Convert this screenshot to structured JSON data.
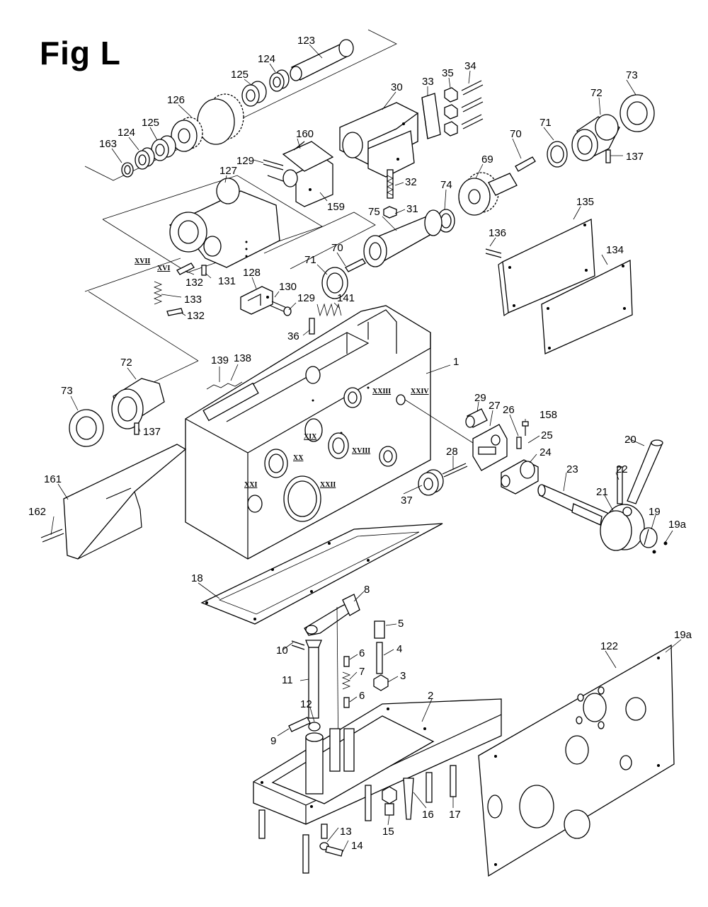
{
  "figure": {
    "title": "Fig L"
  },
  "labels": [
    {
      "id": "p123",
      "text": "123"
    },
    {
      "id": "p124a",
      "text": "124"
    },
    {
      "id": "p125a",
      "text": "125"
    },
    {
      "id": "p126",
      "text": "126"
    },
    {
      "id": "p125b",
      "text": "125"
    },
    {
      "id": "p124b",
      "text": "124"
    },
    {
      "id": "p163",
      "text": "163"
    },
    {
      "id": "p30",
      "text": "30"
    },
    {
      "id": "p33",
      "text": "33"
    },
    {
      "id": "p35",
      "text": "35"
    },
    {
      "id": "p34",
      "text": "34"
    },
    {
      "id": "p73a",
      "text": "73"
    },
    {
      "id": "p72a",
      "text": "72"
    },
    {
      "id": "p137a",
      "text": "137"
    },
    {
      "id": "p71a",
      "text": "71"
    },
    {
      "id": "p70a",
      "text": "70"
    },
    {
      "id": "p69",
      "text": "69"
    },
    {
      "id": "p160",
      "text": "160"
    },
    {
      "id": "p129a",
      "text": "129"
    },
    {
      "id": "p159",
      "text": "159"
    },
    {
      "id": "p32",
      "text": "32"
    },
    {
      "id": "p31",
      "text": "31"
    },
    {
      "id": "p74",
      "text": "74"
    },
    {
      "id": "p75",
      "text": "75"
    },
    {
      "id": "p127",
      "text": "127"
    },
    {
      "id": "p135",
      "text": "135"
    },
    {
      "id": "p136",
      "text": "136"
    },
    {
      "id": "p134",
      "text": "134"
    },
    {
      "id": "p70b",
      "text": "70"
    },
    {
      "id": "p71b",
      "text": "71"
    },
    {
      "id": "p132a",
      "text": "132"
    },
    {
      "id": "p131",
      "text": "131"
    },
    {
      "id": "p133",
      "text": "133"
    },
    {
      "id": "p132b",
      "text": "132"
    },
    {
      "id": "p128",
      "text": "128"
    },
    {
      "id": "p130",
      "text": "130"
    },
    {
      "id": "p129b",
      "text": "129"
    },
    {
      "id": "p141",
      "text": "141"
    },
    {
      "id": "p36",
      "text": "36"
    },
    {
      "id": "p1",
      "text": "1"
    },
    {
      "id": "p139",
      "text": "139"
    },
    {
      "id": "p138",
      "text": "138"
    },
    {
      "id": "p72b",
      "text": "72"
    },
    {
      "id": "p73b",
      "text": "73"
    },
    {
      "id": "p137b",
      "text": "137"
    },
    {
      "id": "p29",
      "text": "29"
    },
    {
      "id": "p27",
      "text": "27"
    },
    {
      "id": "p26",
      "text": "26"
    },
    {
      "id": "p158",
      "text": "158"
    },
    {
      "id": "p25",
      "text": "25"
    },
    {
      "id": "p20",
      "text": "20"
    },
    {
      "id": "p24",
      "text": "24"
    },
    {
      "id": "p28",
      "text": "28"
    },
    {
      "id": "p23",
      "text": "23"
    },
    {
      "id": "p22",
      "text": "22"
    },
    {
      "id": "p21",
      "text": "21"
    },
    {
      "id": "p19",
      "text": "19"
    },
    {
      "id": "p19a_1",
      "text": "19a"
    },
    {
      "id": "p37",
      "text": "37"
    },
    {
      "id": "p161",
      "text": "161"
    },
    {
      "id": "p162",
      "text": "162"
    },
    {
      "id": "p18",
      "text": "18"
    },
    {
      "id": "p8",
      "text": "8"
    },
    {
      "id": "p5",
      "text": "5"
    },
    {
      "id": "p10",
      "text": "10"
    },
    {
      "id": "p6a",
      "text": "6"
    },
    {
      "id": "p4",
      "text": "4"
    },
    {
      "id": "p7",
      "text": "7"
    },
    {
      "id": "p11",
      "text": "11"
    },
    {
      "id": "p3",
      "text": "3"
    },
    {
      "id": "p6b",
      "text": "6"
    },
    {
      "id": "p2",
      "text": "2"
    },
    {
      "id": "p12",
      "text": "12"
    },
    {
      "id": "p9",
      "text": "9"
    },
    {
      "id": "p122",
      "text": "122"
    },
    {
      "id": "p19a_2",
      "text": "19a"
    },
    {
      "id": "p17",
      "text": "17"
    },
    {
      "id": "p16",
      "text": "16"
    },
    {
      "id": "p15",
      "text": "15"
    },
    {
      "id": "p13",
      "text": "13"
    },
    {
      "id": "p14",
      "text": "14"
    }
  ],
  "roman_marks": [
    {
      "id": "r17",
      "text": "XVII"
    },
    {
      "id": "r16",
      "text": "XVI"
    },
    {
      "id": "r23",
      "text": "XXIII"
    },
    {
      "id": "r24",
      "text": "XXIV"
    },
    {
      "id": "r19",
      "text": "XIX"
    },
    {
      "id": "r18",
      "text": "XVIII"
    },
    {
      "id": "r20",
      "text": "XX"
    },
    {
      "id": "r21",
      "text": "XXI"
    },
    {
      "id": "r22",
      "text": "XXII"
    }
  ]
}
